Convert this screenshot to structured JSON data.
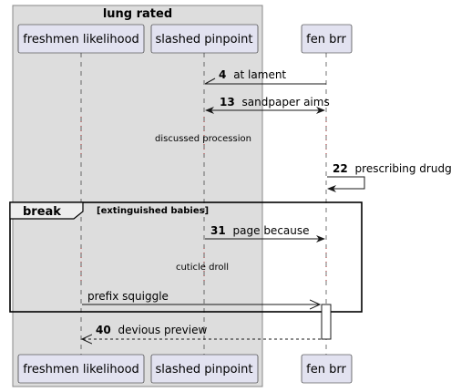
{
  "group": {
    "title": "lung rated"
  },
  "participants": {
    "p1": "freshmen likelihood",
    "p2": "slashed pinpoint",
    "p3": "fen brr"
  },
  "messages": [
    {
      "num": "4",
      "text": "at lament",
      "from": "fen brr",
      "to": "slashed pinpoint",
      "style": "half-arrow"
    },
    {
      "num": "13",
      "text": "sandpaper aims",
      "from": "slashed pinpoint",
      "to": "fen brr",
      "style": "bidirectional"
    },
    {
      "num": "22",
      "text": "prescribing drudge",
      "from": "fen brr",
      "to": "fen brr",
      "style": "self"
    },
    {
      "num": "31",
      "text": "page because",
      "from": "slashed pinpoint",
      "to": "fen brr",
      "style": "solid"
    },
    {
      "num": "",
      "text": "prefix squiggle",
      "from": "freshmen likelihood",
      "to": "fen brr",
      "style": "open-arrow"
    },
    {
      "num": "40",
      "text": "devious preview",
      "from": "fen brr",
      "to": "freshmen likelihood",
      "style": "dashed-open"
    }
  ],
  "delays": [
    "discussed procession",
    "cuticle droll"
  ],
  "fragment": {
    "kind": "break",
    "condition": "[extinguished babies]"
  },
  "colors": {
    "group_fill": "#dddddd",
    "participant_fill": "#e2e2f0",
    "participant_stroke": "#181818",
    "line": "#181818"
  }
}
